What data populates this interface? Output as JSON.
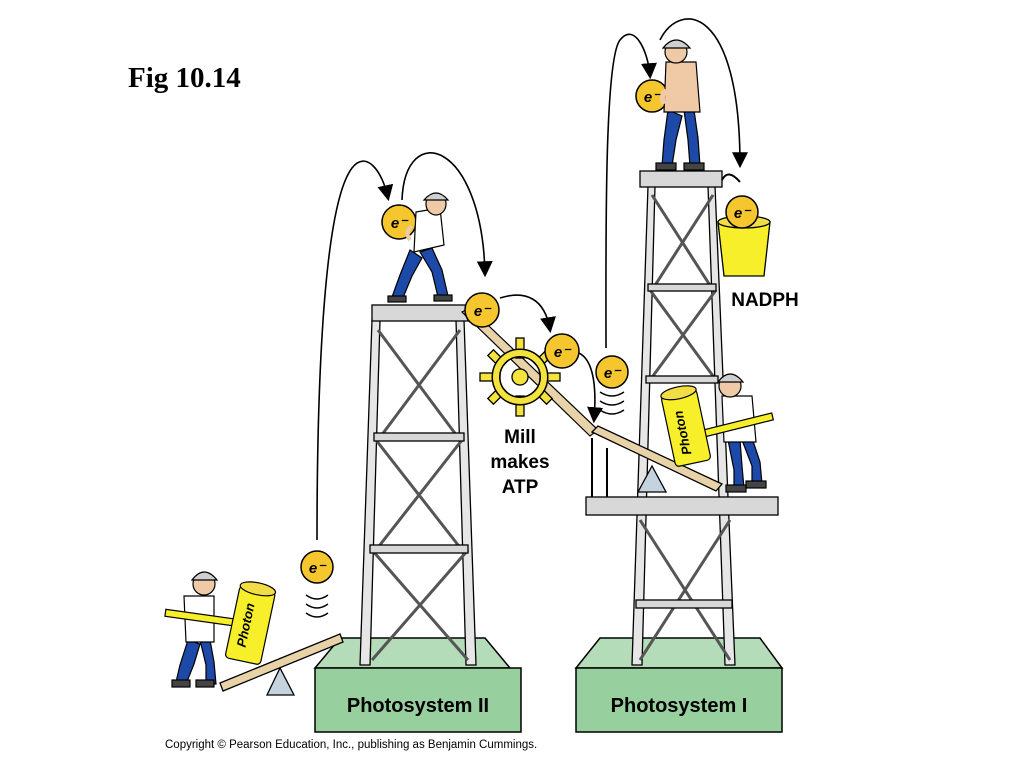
{
  "figure": {
    "title": "Fig 10.14",
    "copyright": "Copyright © Pearson Education, Inc., publishing as Benjamin Cummings."
  },
  "labels": {
    "photosystem_2": "Photosystem II",
    "photosystem_1": "Photosystem I",
    "nadph": "NADPH",
    "mill_line1": "Mill",
    "mill_line2": "makes",
    "mill_line3": "ATP",
    "photon": "Photon",
    "electron": "e⁻"
  },
  "colors": {
    "base_fill": "#98cf9e",
    "tower_gray": "#d8d8d8",
    "electron_yellow": "#f5c62d",
    "photon_yellow": "#f7ef2a",
    "worker_blue": "#1d49a8",
    "arrow": "#000000"
  }
}
